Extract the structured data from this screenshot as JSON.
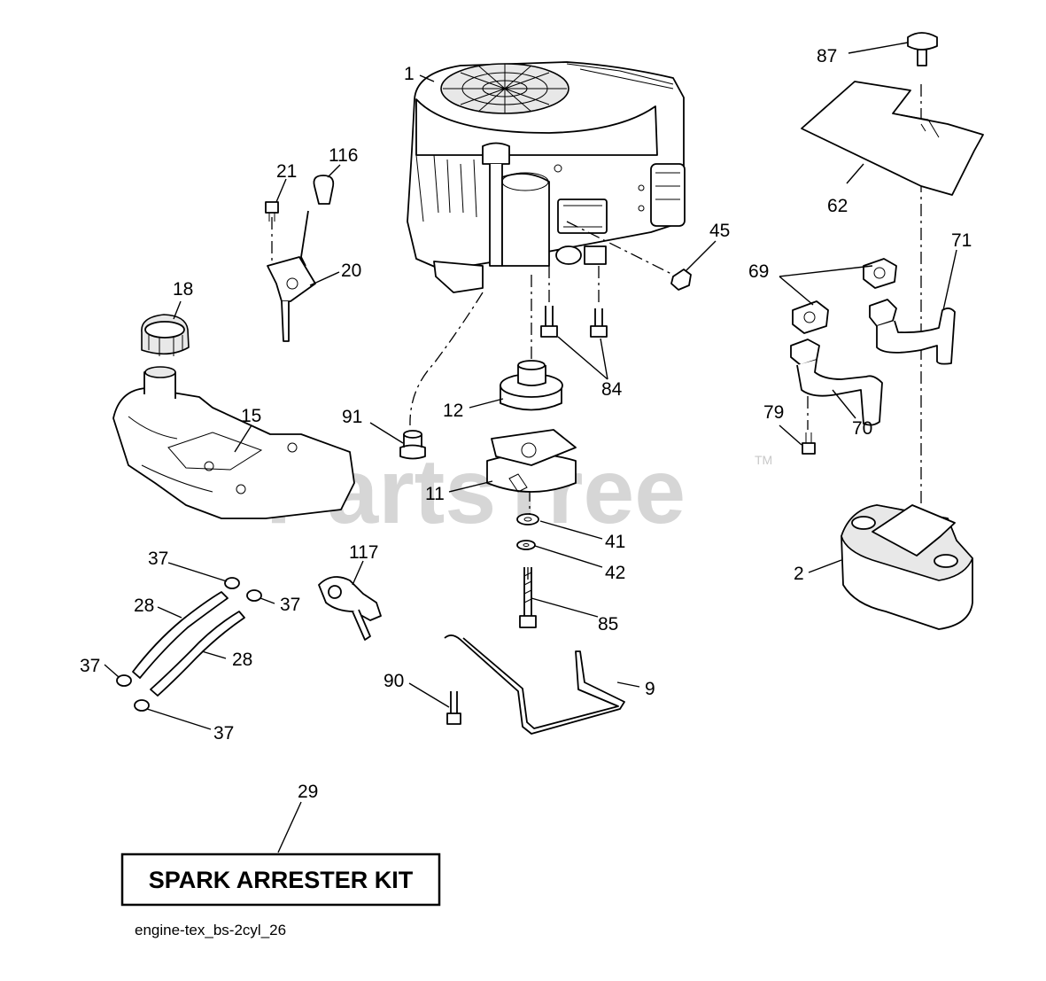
{
  "diagram": {
    "caption": "engine-tex_bs-2cyl_26",
    "kit_label": "SPARK ARRESTER KIT",
    "watermark": "PartsTree",
    "watermark_tm": "TM",
    "callouts": {
      "c1": "1",
      "c87": "87",
      "c116": "116",
      "c21": "21",
      "c20": "20",
      "c45": "45",
      "c62": "62",
      "c69": "69",
      "c71": "71",
      "c18": "18",
      "c84": "84",
      "c12": "12",
      "c91": "91",
      "c15": "15",
      "c79": "79",
      "c70": "70",
      "c11": "11",
      "c41": "41",
      "c42": "42",
      "c85": "85",
      "c117": "117",
      "c37a": "37",
      "c37b": "37",
      "c37c": "37",
      "c37d": "37",
      "c28a": "28",
      "c28b": "28",
      "c2": "2",
      "c90": "90",
      "c9": "9",
      "c29": "29"
    }
  }
}
